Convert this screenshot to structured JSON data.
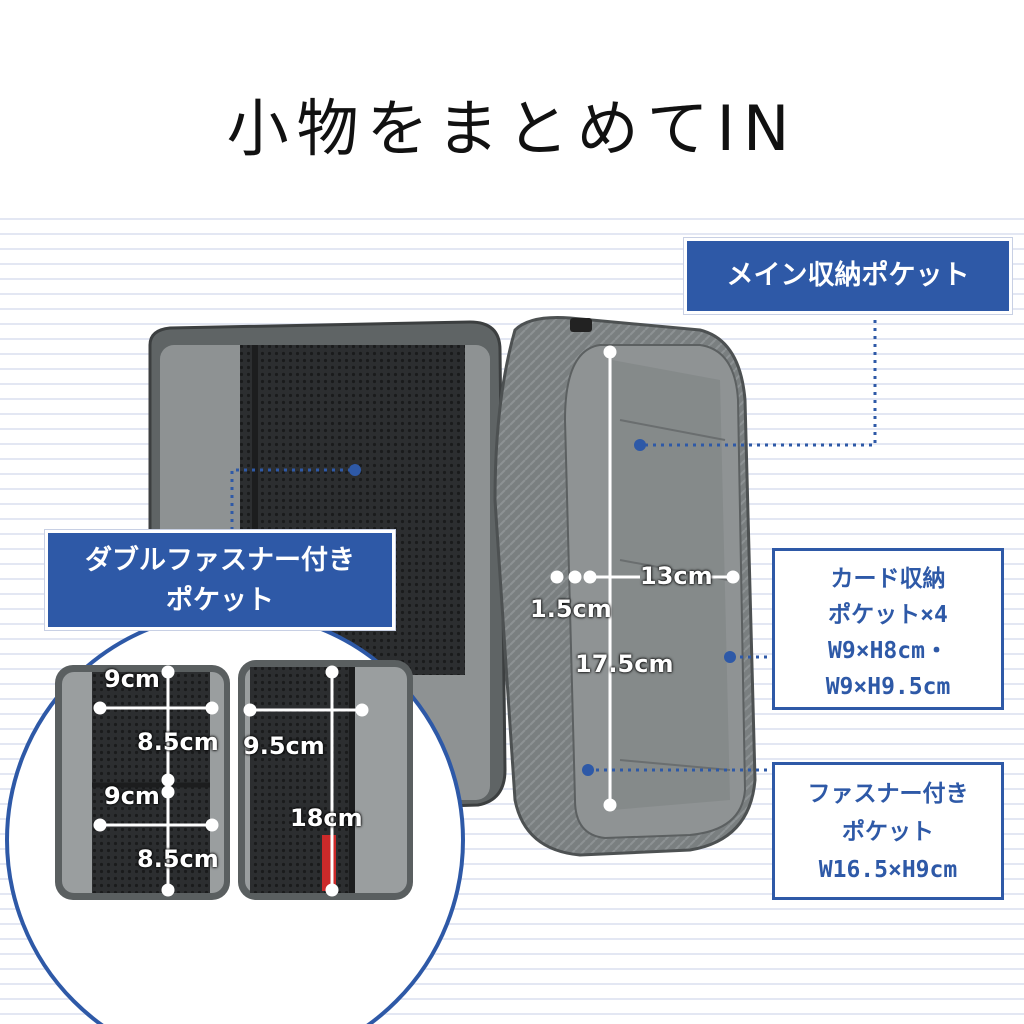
{
  "heading": "小物をまとめてIN",
  "callouts": {
    "main_pocket": "メイン収納ポケット",
    "double_zipper_pocket": [
      "ダブルファスナー付き",
      "ポケット"
    ],
    "card_pocket": [
      "カード収納",
      "ポケット×4",
      "W9×H8cm・",
      "W9×H9.5cm"
    ],
    "zipper_pocket": [
      "ファスナー付き",
      "ポケット",
      "W16.5×H9cm"
    ]
  },
  "dimensions": {
    "right_width": "13cm",
    "right_depth": "1.5cm",
    "right_height": "17.5cm",
    "inset_top_width": "9cm",
    "inset_top_height": "8.5cm",
    "inset_mid_width": "9cm",
    "inset_bottom_height": "8.5cm",
    "inset_right_width": "9.5cm",
    "inset_right_height": "18cm"
  },
  "colors": {
    "accent_blue": "#2e59a7",
    "fabric_gray": "#6f7474",
    "lining_gray": "#9a9d9e",
    "mesh_dark": "#2a2c2d"
  }
}
